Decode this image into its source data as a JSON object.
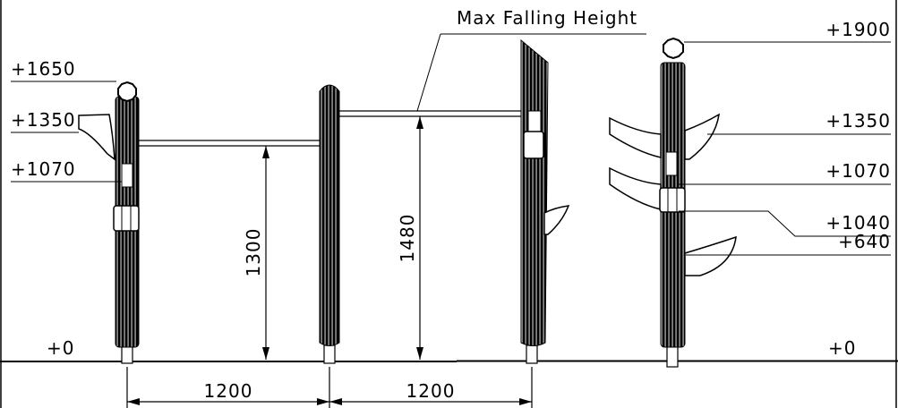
{
  "colors": {
    "line": "#000000",
    "fill": "#000000",
    "background": "#ffffff"
  },
  "left_levels": {
    "l1650": "+1650",
    "l1350": "+1350",
    "l1070": "+1070",
    "l0": "+0"
  },
  "right_levels": {
    "r1900": "+1900",
    "r1350": "+1350",
    "r1070": "+1070",
    "r1040": "+1040",
    "r640": "+640",
    "r0": "+0"
  },
  "heights": {
    "h1300": "1300",
    "h1480": "1480"
  },
  "spacing": {
    "s1": "1200",
    "s2": "1200"
  },
  "annotation": {
    "max_fall": "Max Falling Height"
  }
}
